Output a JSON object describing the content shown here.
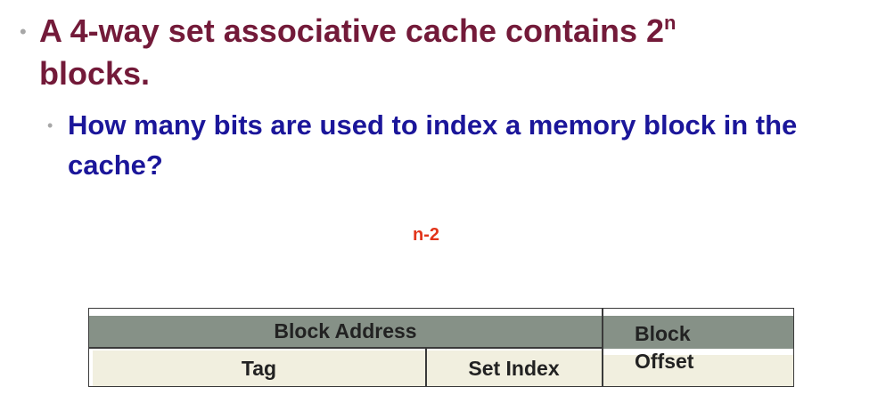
{
  "slide": {
    "main_point": {
      "text": "A 4-way set associative cache contains 2",
      "superscript": "n",
      "text_line2": "blocks."
    },
    "sub_point": "How many bits are used to index a memory block in the cache?",
    "answer": "n-2"
  },
  "diagram": {
    "block_address": "Block Address",
    "tag": "Tag",
    "set_index": "Set Index",
    "block_offset_line1": "Block",
    "block_offset_line2": "Offset"
  },
  "colors": {
    "heading": "#731a39",
    "sub_point": "#1b169a",
    "answer": "#e2341a",
    "header_band": "#869187",
    "field_fill": "#f1efdf"
  }
}
